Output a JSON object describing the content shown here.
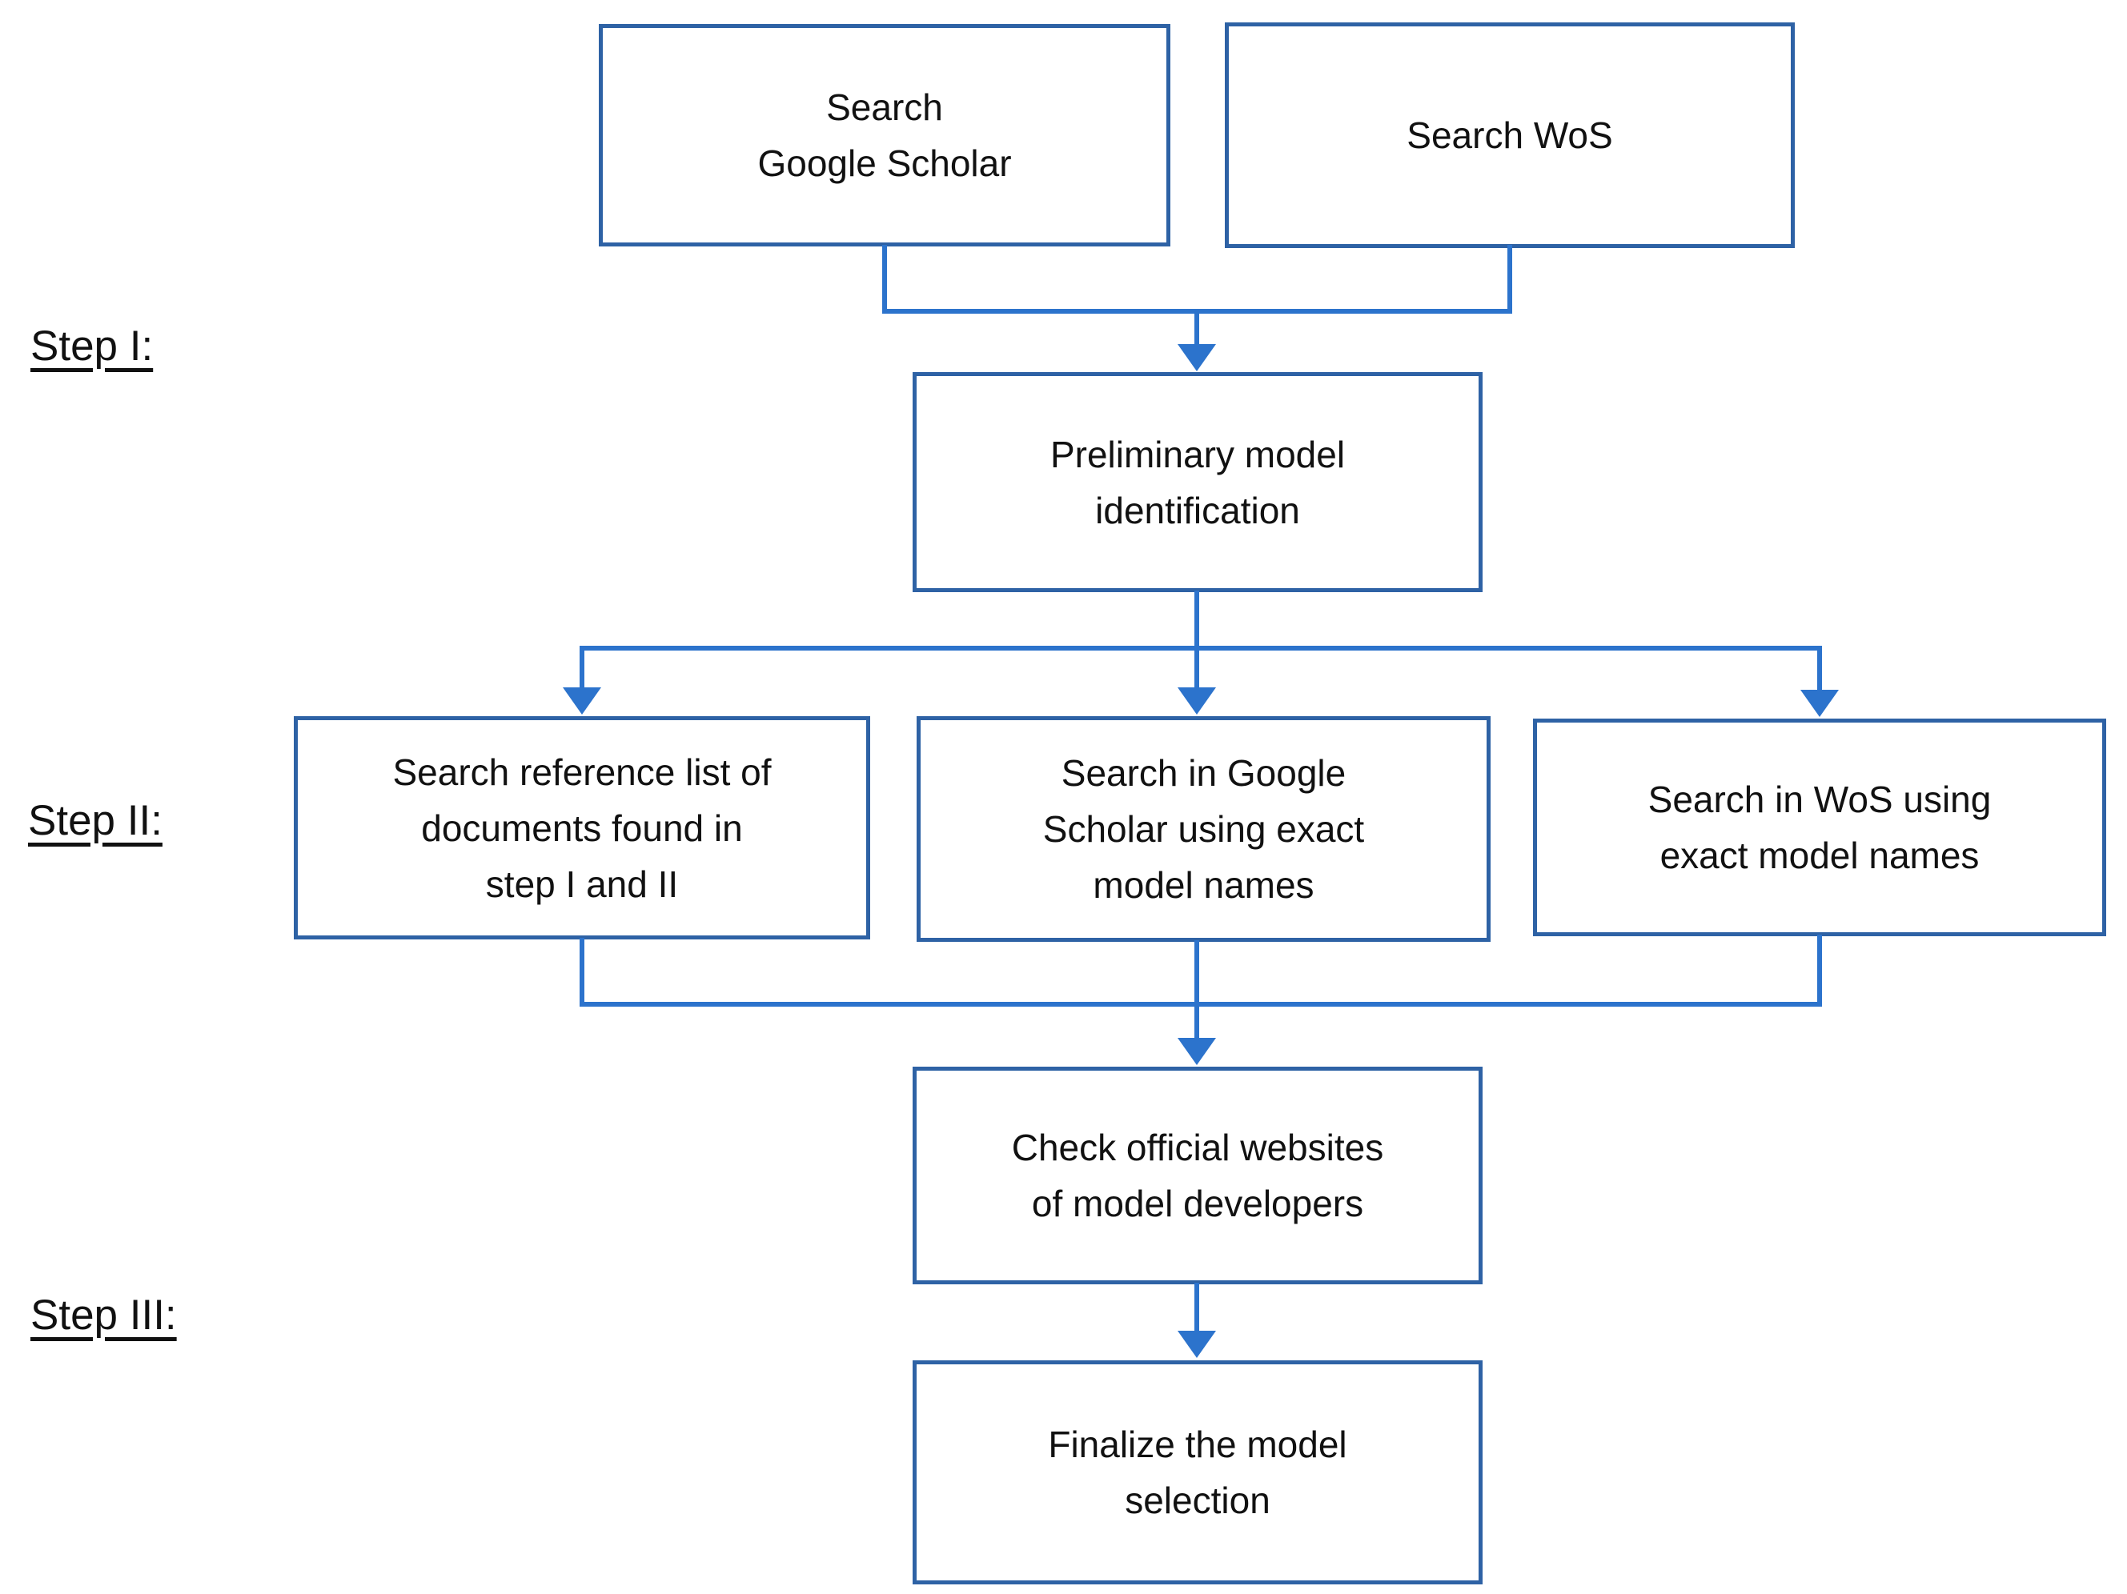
{
  "figure": {
    "type": "flowchart",
    "description": "Three-step literature search and model selection flow"
  },
  "colors": {
    "box_border": "#2e62a5",
    "connector": "#2c73cc",
    "text": "#111111",
    "background": "#ffffff"
  },
  "step_labels": {
    "step1": "Step I:",
    "step2": "Step II:",
    "step3": "Step III:"
  },
  "nodes": {
    "search_google_scholar": "Search\nGoogle Scholar",
    "search_wos": "Search WoS",
    "preliminary_identification": "Preliminary model\nidentification",
    "search_reference_list": "Search reference list of\ndocuments found in\nstep I and II",
    "search_google_scholar_exact": "Search in Google\nScholar using exact\nmodel names",
    "search_wos_exact": "Search in WoS using\nexact model names",
    "check_official_websites": "Check official websites\nof model developers",
    "finalize_selection": "Finalize the model\nselection"
  }
}
